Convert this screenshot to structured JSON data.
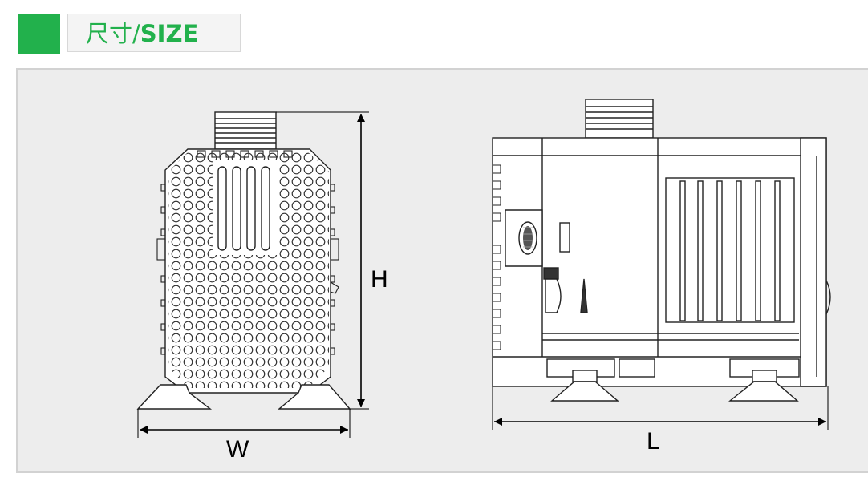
{
  "header": {
    "title_cn": "尺寸/",
    "title_en": "SIZE",
    "accent_color": "#22b14c"
  },
  "diagram": {
    "front_view": {
      "height_label": "H",
      "width_label": "W"
    },
    "side_view": {
      "length_label": "L"
    }
  }
}
